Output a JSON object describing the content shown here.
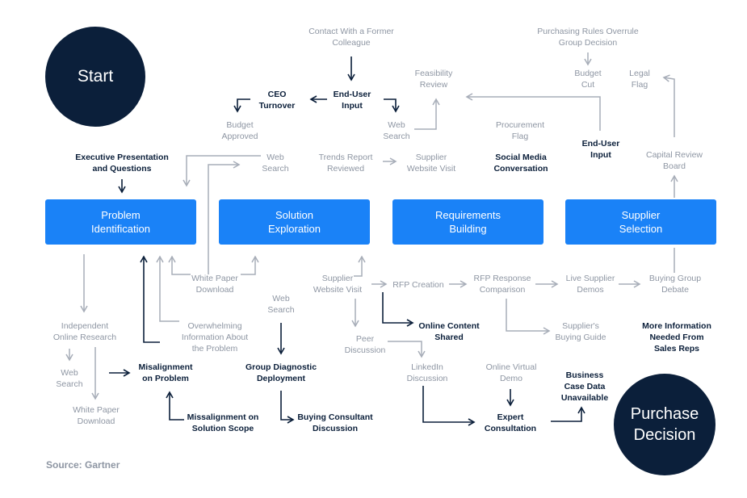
{
  "colors": {
    "dark_navy": "#0b1f3a",
    "stage_blue": "#1a82f7",
    "light_arrow": "#a7adb8",
    "gray_text": "#8e96a3"
  },
  "start_label": "Start",
  "end_label": "Purchase\nDecision",
  "stages": [
    {
      "label": "Problem\nIdentification"
    },
    {
      "label": "Solution\nExploration"
    },
    {
      "label": "Requirements\nBuilding"
    },
    {
      "label": "Supplier\nSelection"
    }
  ],
  "labels": {
    "contact_former_colleague": "Contact With a Former\nColleague",
    "purchasing_rules": "Purchasing Rules Overrule\nGroup Decision",
    "ceo_turnover": "CEO\nTurnover",
    "end_user_input_top": "End-User\nInput",
    "feasibility_review": "Feasibility\nReview",
    "budget_cut": "Budget\nCut",
    "legal_flag": "Legal\nFlag",
    "budget_approved": "Budget\nApproved",
    "web_search_top": "Web\nSearch",
    "procurement_flag": "Procurement\nFlag",
    "end_user_input_right": "End-User\nInput",
    "exec_presentation": "Executive Presentation\nand Questions",
    "web_search_mid": "Web\nSearch",
    "trends_report": "Trends Report\nReviewed",
    "supplier_website_visit_top": "Supplier\nWebsite Visit",
    "social_media": "Social Media\nConversation",
    "capital_review": "Capital Review\nBoard",
    "white_paper_download_mid": "White Paper\nDownload",
    "supplier_website_visit_mid": "Supplier\nWebsite Visit",
    "rfp_creation": "RFP Creation",
    "rfp_response": "RFP Response\nComparison",
    "live_supplier_demos": "Live Supplier\nDemos",
    "buying_group_debate": "Buying Group\nDebate",
    "web_search_center": "Web\nSearch",
    "independent_research": "Independent\nOnline Research",
    "overwhelming_info": "Overwhelming\nInformation About\nthe Problem",
    "online_content_shared": "Online Content\nShared",
    "suppliers_buying_guide": "Supplier's\nBuying Guide",
    "more_info_needed": "More Information\nNeeded From\nSales Reps",
    "peer_discussion": "Peer\nDiscussion",
    "web_search_left": "Web\nSearch",
    "misalignment_problem": "Misalignment\non Problem",
    "group_diagnostic": "Group Diagnostic\nDeployment",
    "linkedin_discussion": "LinkedIn\nDiscussion",
    "online_virtual_demo": "Online Virtual\nDemo",
    "business_case": "Business\nCase Data\nUnavailable",
    "white_paper_download_left": "White Paper\nDownload",
    "misalignment_scope": "Missalignment on\nSolution Scope",
    "buying_consultant": "Buying Consultant\nDiscussion",
    "expert_consultation": "Expert\nConsultation"
  },
  "source": "Source: Gartner"
}
